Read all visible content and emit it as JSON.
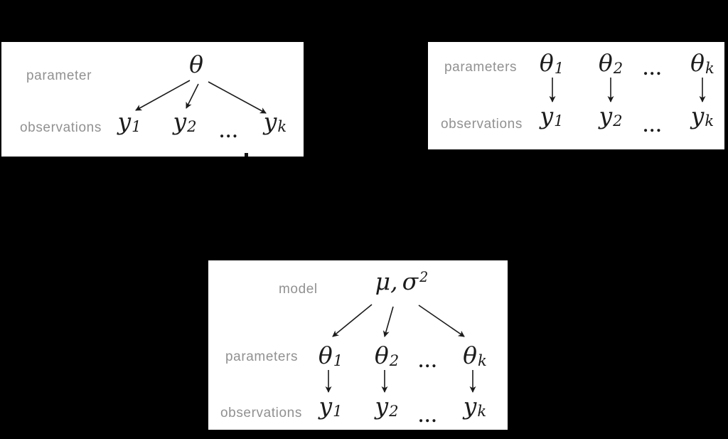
{
  "colors": {
    "background": "#000000",
    "panel_background": "#ffffff",
    "label_gray": "#919191",
    "math_black": "#1b1b1b"
  },
  "pooled": {
    "top_label": "parameter",
    "bottom_label": "observations",
    "theta": "θ",
    "obs": [
      {
        "base": "y",
        "sub": "1"
      },
      {
        "base": "y",
        "sub": "2"
      },
      {
        "base": "...",
        "sub": ""
      },
      {
        "base": "y",
        "sub": "k"
      }
    ]
  },
  "unpooled": {
    "top_label": "parameters",
    "bottom_label": "observations",
    "params": [
      {
        "base": "θ",
        "sub": "1"
      },
      {
        "base": "θ",
        "sub": "2"
      },
      {
        "base": "...",
        "sub": ""
      },
      {
        "base": "θ",
        "sub": "k"
      }
    ],
    "obs": [
      {
        "base": "y",
        "sub": "1"
      },
      {
        "base": "y",
        "sub": "2"
      },
      {
        "base": "...",
        "sub": ""
      },
      {
        "base": "y",
        "sub": "k"
      }
    ]
  },
  "hierarchical": {
    "model_label": "model",
    "params_label": "parameters",
    "obs_label": "observations",
    "model_formula": {
      "mu": "μ",
      "comma": ",",
      "sigma": "σ",
      "sup": "2"
    },
    "params": [
      {
        "base": "θ",
        "sub": "1"
      },
      {
        "base": "θ",
        "sub": "2"
      },
      {
        "base": "...",
        "sub": ""
      },
      {
        "base": "θ",
        "sub": "k"
      }
    ],
    "obs": [
      {
        "base": "y",
        "sub": "1"
      },
      {
        "base": "y",
        "sub": "2"
      },
      {
        "base": "...",
        "sub": ""
      },
      {
        "base": "y",
        "sub": "k"
      }
    ]
  }
}
